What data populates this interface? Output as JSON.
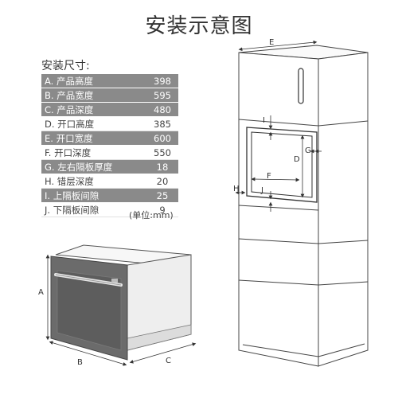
{
  "title": "安装示意图",
  "table_heading": "安装尺寸:",
  "specs": [
    {
      "name": "A. 产品高度",
      "value": "398"
    },
    {
      "name": "B. 产品宽度",
      "value": "595"
    },
    {
      "name": "C. 产品深度",
      "value": "480"
    },
    {
      "name": "D. 开口高度",
      "value": "385"
    },
    {
      "name": "E. 开口宽度",
      "value": "600"
    },
    {
      "name": "F. 开口深度",
      "value": "550"
    },
    {
      "name": "G. 左右隔板厚度",
      "value": "18"
    },
    {
      "name": "H. 错层深度",
      "value": "20"
    },
    {
      "name": "I. 上隔板间隙",
      "value": "25"
    },
    {
      "name": "J. 下隔板间隙",
      "value": "9"
    }
  ],
  "unit_note": "(单位:mm)",
  "dimension_labels": {
    "a": "A",
    "b": "B",
    "c": "C",
    "d": "D",
    "e": "E",
    "f": "F",
    "g": "G",
    "h": "H",
    "i": "I",
    "j": "J"
  },
  "colors": {
    "row_dark": "#8a8a8a",
    "line": "#333333",
    "oven_front": "#6b6b6b",
    "oven_body": "#f2f2f2"
  }
}
